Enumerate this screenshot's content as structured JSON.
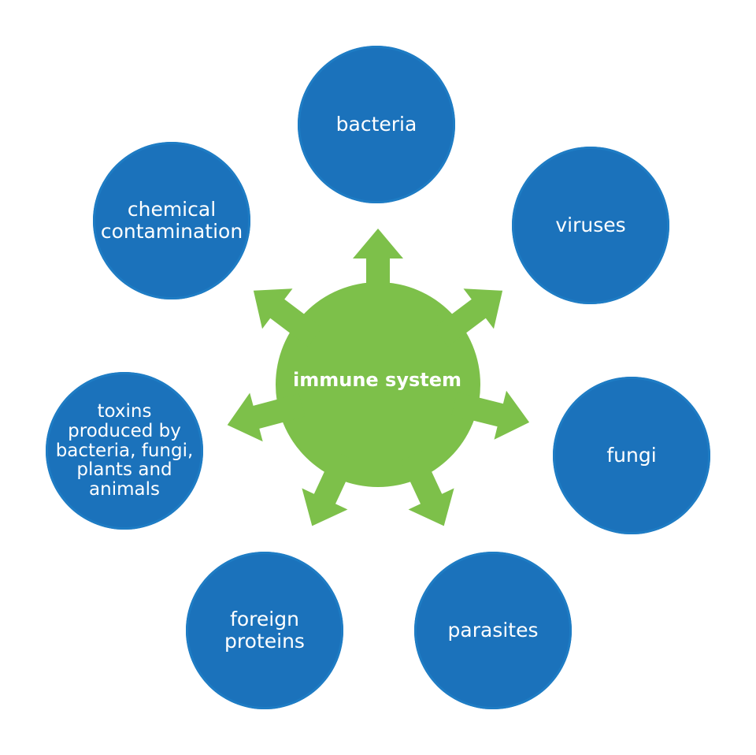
{
  "center": {
    "label": "immune system",
    "color": "#7dc04a"
  },
  "node_color": "#1b72bb",
  "nodes": [
    {
      "id": "bacteria",
      "lines": [
        "bacteria"
      ]
    },
    {
      "id": "viruses",
      "lines": [
        "viruses"
      ]
    },
    {
      "id": "fungi",
      "lines": [
        "fungi"
      ]
    },
    {
      "id": "parasites",
      "lines": [
        "parasites"
      ]
    },
    {
      "id": "foreign",
      "lines": [
        "foreign",
        "proteins"
      ]
    },
    {
      "id": "toxins",
      "lines": [
        "toxins",
        "produced by",
        "bacteria, fungi,",
        "plants and",
        "animals"
      ]
    },
    {
      "id": "chemical",
      "lines": [
        "chemical",
        "contamination"
      ]
    }
  ]
}
